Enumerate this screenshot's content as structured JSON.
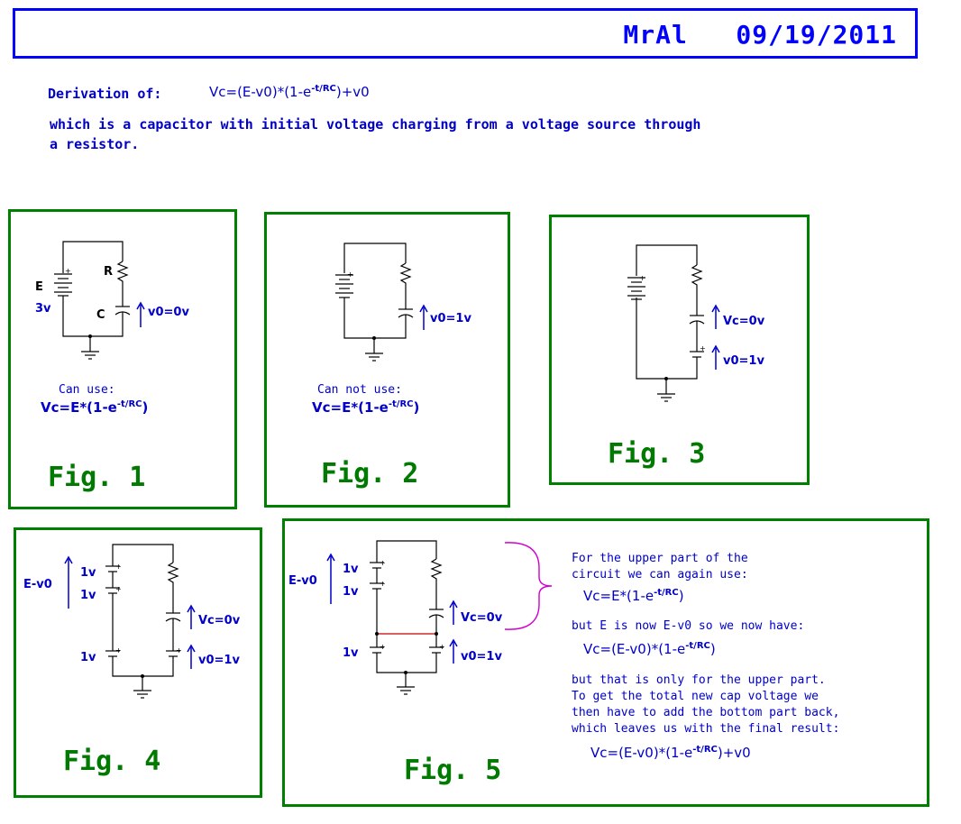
{
  "header": {
    "author": "MrAl",
    "date": "09/19/2011"
  },
  "intro": {
    "derivation_prefix": "Derivation of:",
    "formula_main": "Vc=(E-v0)*(1-e",
    "formula_exp": "-t/RC",
    "formula_tail": ")+v0",
    "desc_line1": "which is a capacitor with initial voltage charging from a voltage source through",
    "desc_line2": "a resistor."
  },
  "fig1": {
    "title": "Fig. 1",
    "label_E": "E",
    "label_E_val": "3v",
    "label_R": "R",
    "label_C": "C",
    "label_v0": "v0=0v",
    "caption": "Can use:",
    "formula_main": "Vc=E*(1-e",
    "formula_exp": "-t/RC",
    "formula_tail": ")"
  },
  "fig2": {
    "title": "Fig. 2",
    "label_v0": "v0=1v",
    "caption": "Can not use:",
    "formula_main": "Vc=E*(1-e",
    "formula_exp": "-t/RC",
    "formula_tail": ")"
  },
  "fig3": {
    "title": "Fig. 3",
    "label_vc": "Vc=0v",
    "label_v0": "v0=1v"
  },
  "fig4": {
    "title": "Fig. 4",
    "label_E": "E-v0",
    "label_1v_a": "1v",
    "label_1v_b": "1v",
    "label_1v_c": "1v",
    "label_vc": "Vc=0v",
    "label_v0": "v0=1v"
  },
  "fig5": {
    "title": "Fig. 5",
    "label_E": "E-v0",
    "label_1v_a": "1v",
    "label_1v_b": "1v",
    "label_1v_c": "1v",
    "label_vc": "Vc=0v",
    "label_v0": "v0=1v",
    "note1_line1": "For the upper part of the",
    "note1_line2": "circuit we can again use:",
    "formula1_main": "Vc=E*(1-e",
    "formula1_exp": "-t/RC",
    "formula1_tail": ")",
    "note2": "but E is now E-v0 so we now have:",
    "formula2_main": "Vc=(E-v0)*(1-e",
    "formula2_exp": "-t/RC",
    "formula2_tail": ")",
    "note3_line1": "but that is only for the upper part.",
    "note3_line2": "To get the total new cap voltage we",
    "note3_line3": "then have to add the bottom part back,",
    "note3_line4": "which leaves us with the final result:",
    "formula3_main": "Vc=(E-v0)*(1-e",
    "formula3_exp": "-t/RC",
    "formula3_tail": ")+v0"
  },
  "colors": {
    "text_blue": "#0000c8",
    "panel_green": "#008000",
    "fig_green": "#007a00",
    "brace_magenta": "#d000d0",
    "divider_red": "#c00000"
  }
}
